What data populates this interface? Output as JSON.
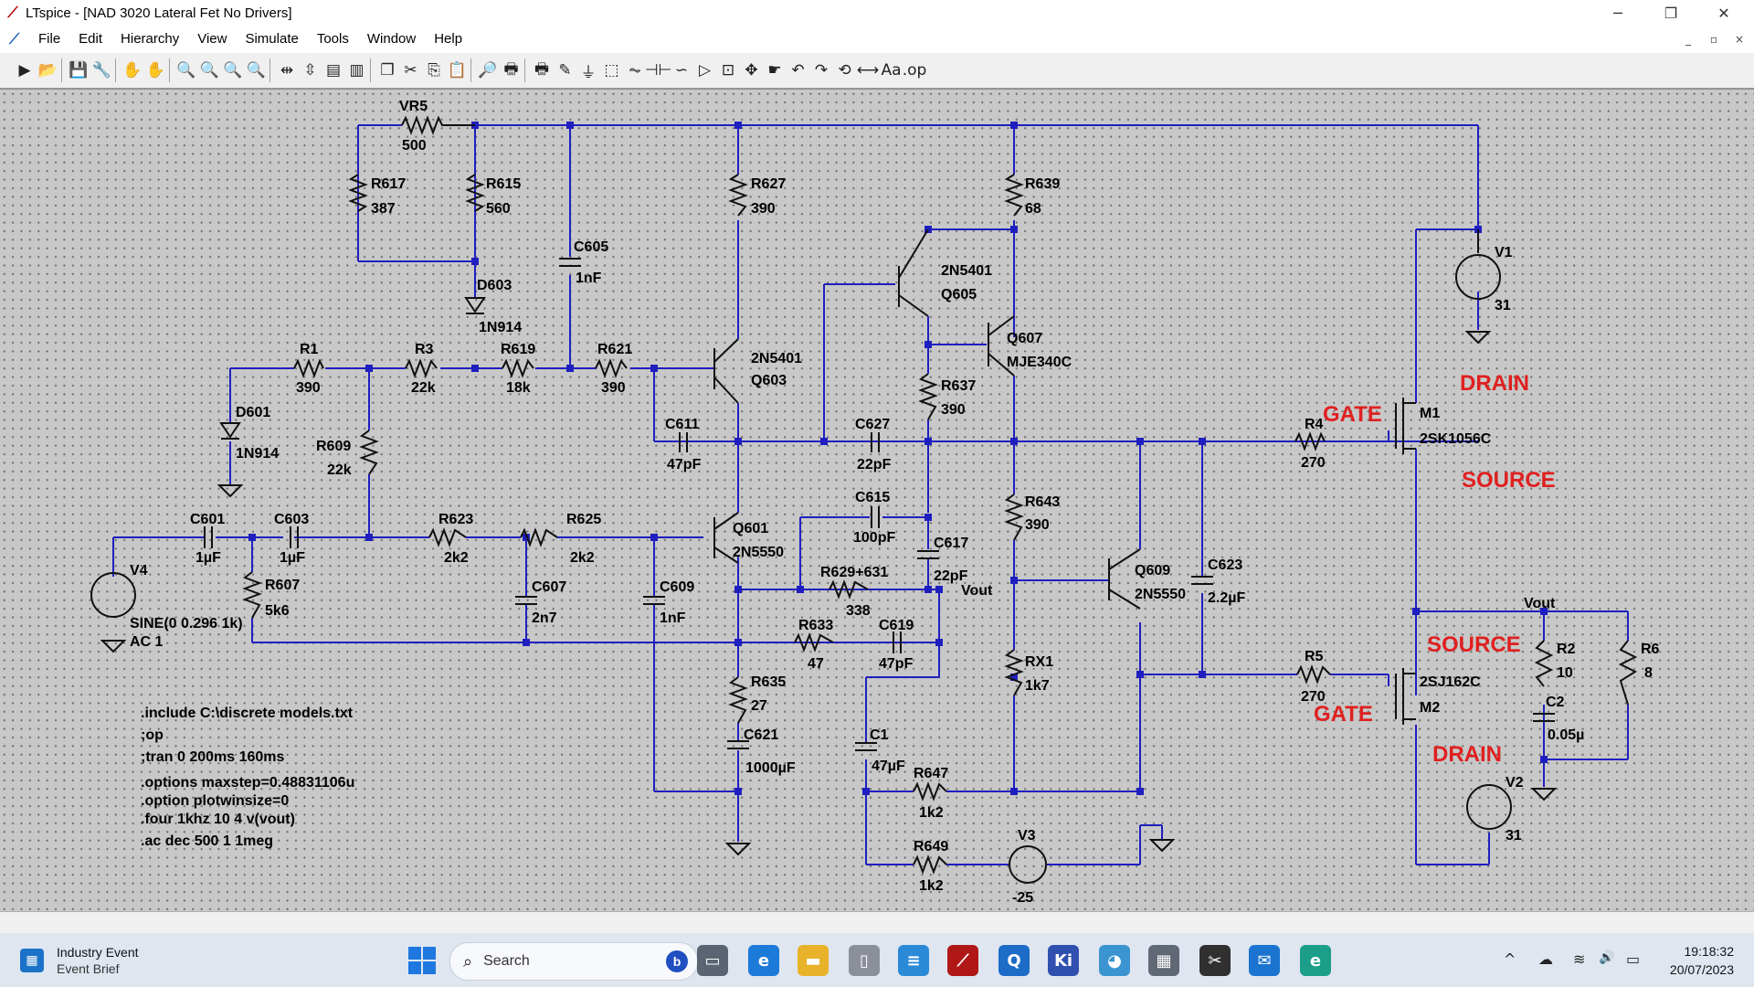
{
  "window": {
    "title": "LTspice - [NAD 3020 Lateral Fet No Drivers]",
    "app_icon": "ltspice-icon",
    "controls": {
      "minimize": "─",
      "restore": "❐",
      "close": "✕"
    },
    "mdi_controls": {
      "minimize": "_",
      "restore": "▫",
      "close": "×"
    }
  },
  "menu": [
    "File",
    "Edit",
    "Hierarchy",
    "View",
    "Simulate",
    "Tools",
    "Window",
    "Help"
  ],
  "toolbar": {
    "icons": [
      "run",
      "open",
      "save",
      "control-panel",
      "halt",
      "pan",
      "zoom-in",
      "zoom-area",
      "zoom-out",
      "zoom-fit",
      "autorange-x",
      "autorange-y",
      "tile-horizontal",
      "tile-vertical",
      "cascade",
      "cut",
      "copy",
      "paste",
      "find",
      "print-setup",
      "print",
      "draw-wire",
      "ground",
      "label-net",
      "resistor",
      "capacitor",
      "inductor",
      "diode",
      "component",
      "move",
      "drag",
      "undo",
      "redo",
      "rotate",
      "mirror",
      "text",
      "spice-directive"
    ],
    "glyphs": [
      "▶",
      "📂",
      "💾",
      "🔧",
      "✋",
      "✋",
      "🔍",
      "🔍",
      "🔍",
      "🔍",
      "⇹",
      "⇳",
      "▤",
      "▥",
      "❐",
      "✂",
      "⎘",
      "📋",
      "🔎",
      "🖶",
      "🖶",
      "✎",
      "⏚",
      "⬚",
      "⏦",
      "⊣⊢",
      "∽",
      "▷",
      "⊡",
      "✥",
      "☛",
      "↶",
      "↷",
      "⟲",
      "⟷",
      "Aa",
      ".op"
    ]
  },
  "schematic": {
    "colors": {
      "wire": "#1f1fbf",
      "component": "#101010",
      "label": "#000000",
      "red_label": "#e02020",
      "background": "#c8c8c8"
    },
    "components": [
      {
        "name": "VR5",
        "value": "500"
      },
      {
        "name": "R617",
        "value": "387"
      },
      {
        "name": "R615",
        "value": "560"
      },
      {
        "name": "D603",
        "value": "1N914"
      },
      {
        "name": "C605",
        "value": "1nF"
      },
      {
        "name": "R627",
        "value": "390"
      },
      {
        "name": "R639",
        "value": "68"
      },
      {
        "name": "R1",
        "value": "390"
      },
      {
        "name": "R3",
        "value": "22k"
      },
      {
        "name": "R619",
        "value": "18k"
      },
      {
        "name": "R621",
        "value": "390"
      },
      {
        "name": "D601",
        "value": "1N914"
      },
      {
        "name": "R609",
        "value": "22k"
      },
      {
        "name": "Q603",
        "value": "2N5401"
      },
      {
        "name": "Q605",
        "value": "2N5401"
      },
      {
        "name": "Q607",
        "value": "MJE340C"
      },
      {
        "name": "R637",
        "value": "390"
      },
      {
        "name": "C611",
        "value": "47pF"
      },
      {
        "name": "C627",
        "value": "22pF"
      },
      {
        "name": "V1",
        "value": "31"
      },
      {
        "name": "M1",
        "value": "2SK1056C"
      },
      {
        "name": "R4",
        "value": "270"
      },
      {
        "name": "C601",
        "value": "1µF"
      },
      {
        "name": "C603",
        "value": "1µF"
      },
      {
        "name": "R623",
        "value": "2k2"
      },
      {
        "name": "R625",
        "value": "2k2"
      },
      {
        "name": "Q601",
        "value": "2N5550"
      },
      {
        "name": "C615",
        "value": "100pF"
      },
      {
        "name": "C617",
        "value": "22pF"
      },
      {
        "name": "R643",
        "value": "390"
      },
      {
        "name": "Q609",
        "value": "2N5550"
      },
      {
        "name": "C623",
        "value": "2.2µF"
      },
      {
        "name": "V4",
        "value": "SINE(0 0.296 1k)"
      },
      {
        "name": "R607",
        "value": "5k6"
      },
      {
        "name": "C607",
        "value": "2n7"
      },
      {
        "name": "C609",
        "value": "1nF"
      },
      {
        "name": "R629+631",
        "value": "338"
      },
      {
        "name": "R633",
        "value": "47"
      },
      {
        "name": "C619",
        "value": "47pF"
      },
      {
        "name": "RX1",
        "value": "1k7"
      },
      {
        "name": "R5",
        "value": "270"
      },
      {
        "name": "M2",
        "value": "2SJ162C"
      },
      {
        "name": "R2",
        "value": "10"
      },
      {
        "name": "C2",
        "value": "0.05µ"
      },
      {
        "name": "R6",
        "value": "8"
      },
      {
        "name": "R635",
        "value": "27"
      },
      {
        "name": "C621",
        "value": "1000µF"
      },
      {
        "name": "C1",
        "value": "47µF"
      },
      {
        "name": "R647",
        "value": "1k2"
      },
      {
        "name": "R649",
        "value": "1k2"
      },
      {
        "name": "V3",
        "value": "-25"
      },
      {
        "name": "V2",
        "value": "31"
      }
    ],
    "v4_ac": "AC 1",
    "net_labels": [
      "Vout",
      "Vout"
    ],
    "red_labels": [
      "DRAIN",
      "GATE",
      "SOURCE",
      "SOURCE",
      "GATE",
      "DRAIN"
    ],
    "directives": [
      ".include C:\\discrete models.txt",
      ";op",
      ";tran 0 200ms 160ms",
      ".options maxstep=0.48831106u",
      ".option plotwinsize=0",
      ".four 1khz 10 4 v(vout)",
      ".ac dec 500 1 1meg"
    ]
  },
  "taskbar": {
    "widget": {
      "title": "Industry Event",
      "subtitle": "Event Brief"
    },
    "search_label": "Search",
    "bing_label": "b",
    "apps": [
      {
        "name": "task-view",
        "glyph": "▭",
        "color": "#5a6472"
      },
      {
        "name": "edge-browser",
        "glyph": "e",
        "color": "#1c7ad8"
      },
      {
        "name": "file-explorer",
        "glyph": "▬",
        "color": "#e8b22a"
      },
      {
        "name": "document-app",
        "glyph": "▯",
        "color": "#8a8f99"
      },
      {
        "name": "notepad-app",
        "glyph": "≡",
        "color": "#2a8ad8"
      },
      {
        "name": "ltspice-app",
        "glyph": "⟋",
        "color": "#b01818"
      },
      {
        "name": "qbittorrent-app",
        "glyph": "Q",
        "color": "#1c6cc8"
      },
      {
        "name": "kicad-app",
        "glyph": "Ki",
        "color": "#3050b0"
      },
      {
        "name": "paint-app",
        "glyph": "◕",
        "color": "#3a94d0"
      },
      {
        "name": "calculator-app",
        "glyph": "▦",
        "color": "#606875"
      },
      {
        "name": "snipping-app",
        "glyph": "✂",
        "color": "#303030"
      },
      {
        "name": "mail-app",
        "glyph": "✉",
        "color": "#1a74d0"
      },
      {
        "name": "edge-app",
        "glyph": "e",
        "color": "#1b9e8a"
      }
    ],
    "tray": {
      "chevron": "^",
      "cloud": "☁",
      "wifi": "≋",
      "volume": "🔊",
      "battery": "▭"
    },
    "time": "19:18:32",
    "date": "20/07/2023"
  }
}
